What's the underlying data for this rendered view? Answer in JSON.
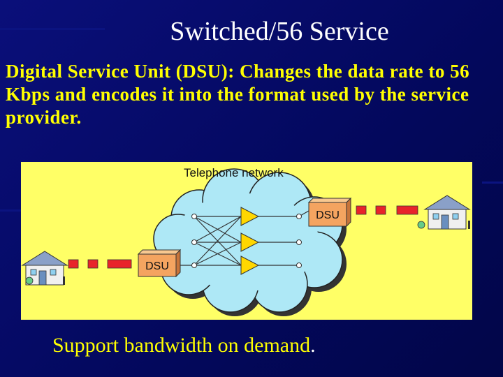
{
  "slide": {
    "title": "Switched/56 Service",
    "body": "Digital Service Unit (DSU): Changes the data rate to 56 Kbps and encodes it into the format used by the service provider.",
    "footer": "Support bandwidth on demand",
    "footer_period": "."
  },
  "diagram": {
    "network_label": "Telephone network",
    "dsu_left_label": "DSU",
    "dsu_right_label": "DSU"
  },
  "colors": {
    "background": "#050a6e",
    "title_text": "#ffffff",
    "body_text": "#ffff00",
    "figure_bg": "#ffff66",
    "cloud": "#aee8f6",
    "dsu_box": "#f4a460",
    "data_block": "#e8232a",
    "triangle": "#ffd700"
  }
}
